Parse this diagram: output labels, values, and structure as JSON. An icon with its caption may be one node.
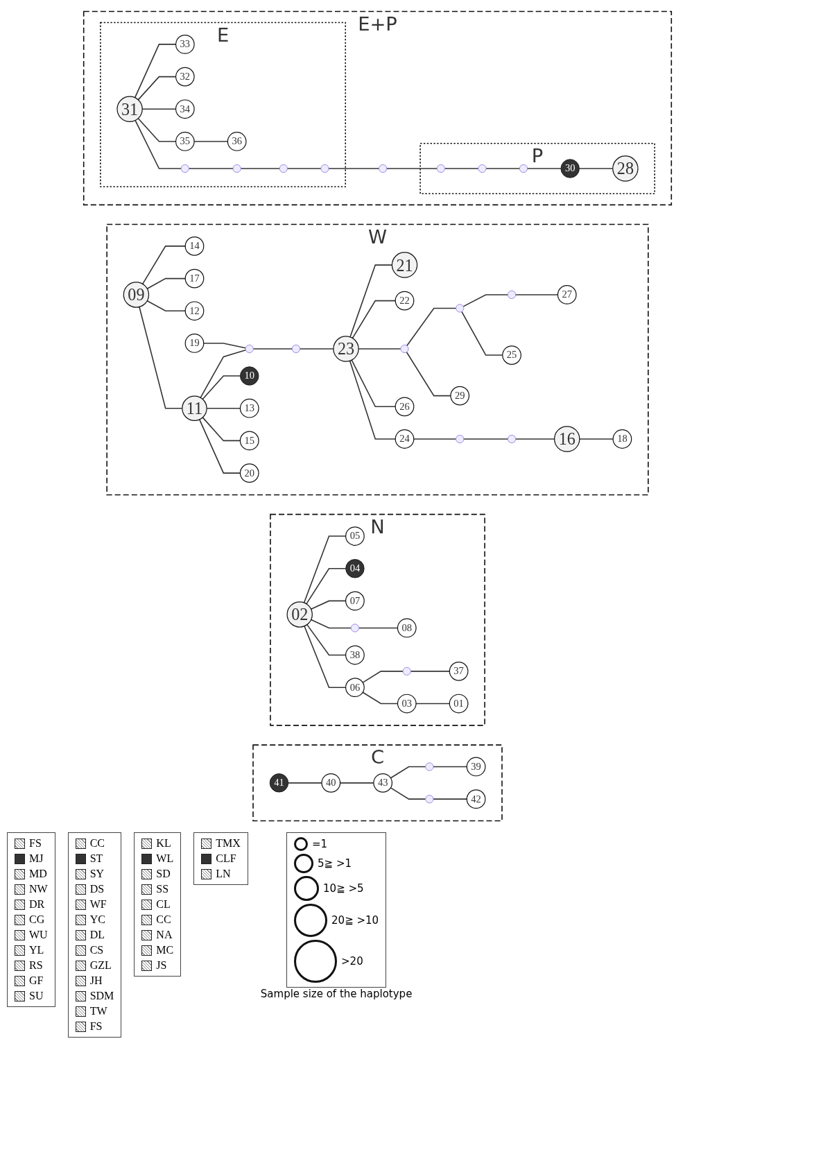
{
  "diagram": {
    "nodes": [
      {
        "text": [
          "E+P"
        ]
      },
      {
        "text": [
          "E"
        ],
        "in": 0
      },
      {
        "text": [
          "P"
        ],
        "in": 0
      },
      {
        "text": [
          "33"
        ],
        "in": 1
      },
      {
        "text": [
          "32"
        ],
        "in": 1
      },
      {
        "text": [
          "31"
        ],
        "in": 1
      },
      {
        "text": [],
        "shape": "circle",
        "in": 1
      },
      {
        "text": [],
        "shape": "circle",
        "in": 1
      },
      {
        "text": [],
        "shape": "circle",
        "in": 1
      },
      {
        "text": [],
        "shape": "circle",
        "in": 1
      },
      {
        "text": [],
        "shape": "circle",
        "in": 0
      },
      {
        "text": [],
        "shape": "circle",
        "in": 2
      },
      {
        "text": [],
        "shape": "circle",
        "in": 2
      },
      {
        "text": [],
        "shape": "circle",
        "in": 2
      },
      {
        "text": [
          "30"
        ],
        "in": 2
      },
      {
        "text": [
          "28"
        ],
        "in": 2
      },
      {
        "text": [
          "34"
        ],
        "in": 1
      },
      {
        "text": [
          "35"
        ],
        "in": 1
      },
      {
        "text": [
          "36"
        ],
        "in": 1
      },
      {
        "text": [
          "W"
        ]
      },
      {
        "text": [
          "14"
        ],
        "in": 19
      },
      {
        "text": [
          "17"
        ],
        "in": 19
      },
      {
        "text": [
          "12"
        ],
        "in": 19
      },
      {
        "text": [
          "09"
        ],
        "in": 19
      },
      {
        "text": [
          "19"
        ],
        "in": 19
      },
      {
        "text": [
          "21"
        ],
        "in": 19
      },
      {
        "text": [
          "22"
        ],
        "in": 19
      },
      {
        "text": [
          "29"
        ],
        "in": 19
      },
      {
        "text": [
          "25"
        ],
        "in": 19
      },
      {
        "text": [
          "10"
        ],
        "in": 19
      },
      {
        "text": [
          "11"
        ],
        "in": 19
      },
      {
        "text": [],
        "shape": "circle",
        "in": 19
      },
      {
        "text": [],
        "shape": "circle",
        "in": 19
      },
      {
        "text": [
          "23"
        ],
        "in": 19
      },
      {
        "text": [],
        "shape": "circle",
        "in": 19
      },
      {
        "text": [],
        "shape": "circle",
        "in": 19
      },
      {
        "text": [],
        "shape": "circle",
        "in": 19
      },
      {
        "text": [
          "27"
        ],
        "in": 19
      },
      {
        "text": [
          "13"
        ],
        "in": 19
      },
      {
        "text": [
          "15"
        ],
        "in": 19
      },
      {
        "text": [
          "20"
        ],
        "in": 19
      },
      {
        "text": [
          "26"
        ],
        "in": 19
      },
      {
        "text": [
          "24"
        ],
        "in": 19
      },
      {
        "text": [],
        "shape": "circle",
        "in": 19
      },
      {
        "text": [],
        "shape": "circle",
        "in": 19
      },
      {
        "text": [
          "16"
        ],
        "in": 19
      },
      {
        "text": [
          "18"
        ],
        "in": 19
      },
      {
        "text": [
          "N"
        ]
      },
      {
        "text": [
          "05"
        ],
        "in": 47
      },
      {
        "text": [
          "04"
        ],
        "in": 47
      },
      {
        "text": [
          "07"
        ],
        "in": 47
      },
      {
        "text": [
          "02"
        ],
        "in": 47
      },
      {
        "text": [],
        "shape": "circle",
        "in": 47
      },
      {
        "text": [
          "08"
        ],
        "in": 47
      },
      {
        "text": [
          "38"
        ],
        "in": 47
      },
      {
        "text": [
          "37"
        ],
        "in": 47
      },
      {
        "text": [],
        "shape": "circle",
        "in": 47
      },
      {
        "text": [
          "06"
        ],
        "in": 47
      },
      {
        "text": [
          "03"
        ],
        "in": 47
      },
      {
        "text": [
          "01"
        ],
        "in": 47
      },
      {
        "text": [
          "C"
        ]
      },
      {
        "text": [
          "41"
        ],
        "in": 60
      },
      {
        "text": [
          "40"
        ],
        "in": 60
      },
      {
        "text": [
          "39"
        ],
        "in": 60
      },
      {
        "text": [],
        "shape": "circle",
        "in": 60
      },
      {
        "text": [
          "43"
        ],
        "in": 60
      },
      {
        "text": [],
        "shape": "circle",
        "in": 60
      },
      {
        "text": [
          "42"
        ],
        "in": 60
      }
    ],
    "edges": [
      {
        "from": 5,
        "to": 3,
        "arrow": "none"
      },
      {
        "from": 5,
        "to": 4,
        "arrow": "none"
      },
      {
        "from": 5,
        "to": 16,
        "arrow": "none"
      },
      {
        "from": 5,
        "to": 17,
        "arrow": "none"
      },
      {
        "from": 17,
        "to": 18,
        "arrow": "none"
      },
      {
        "from": 5,
        "to": 6,
        "arrow": "none"
      },
      {
        "from": 6,
        "to": 7,
        "arrow": "none"
      },
      {
        "from": 7,
        "to": 8,
        "arrow": "none"
      },
      {
        "from": 8,
        "to": 9,
        "arrow": "none"
      },
      {
        "from": 9,
        "to": 10,
        "arrow": "none"
      },
      {
        "from": 10,
        "to": 11,
        "arrow": "none"
      },
      {
        "from": 11,
        "to": 12,
        "arrow": "none"
      },
      {
        "from": 12,
        "to": 13,
        "arrow": "none"
      },
      {
        "from": 13,
        "to": 14,
        "arrow": "none"
      },
      {
        "from": 14,
        "to": 15,
        "arrow": "none"
      },
      {
        "from": 23,
        "to": 20,
        "arrow": "none"
      },
      {
        "from": 23,
        "to": 21,
        "arrow": "none"
      },
      {
        "from": 23,
        "to": 22,
        "arrow": "none"
      },
      {
        "from": 23,
        "to": 30,
        "arrow": "none"
      },
      {
        "from": 24,
        "to": 31,
        "arrow": "none"
      },
      {
        "from": 30,
        "to": 29,
        "arrow": "none"
      },
      {
        "from": 30,
        "to": 38,
        "arrow": "none"
      },
      {
        "from": 30,
        "to": 39,
        "arrow": "none"
      },
      {
        "from": 30,
        "to": 40,
        "arrow": "none"
      },
      {
        "from": 30,
        "to": 31,
        "arrow": "none"
      },
      {
        "from": 31,
        "to": 32,
        "arrow": "none"
      },
      {
        "from": 32,
        "to": 33,
        "arrow": "none"
      },
      {
        "from": 33,
        "to": 25,
        "arrow": "none"
      },
      {
        "from": 33,
        "to": 26,
        "arrow": "none"
      },
      {
        "from": 33,
        "to": 34,
        "arrow": "none"
      },
      {
        "from": 34,
        "to": 35,
        "arrow": "none"
      },
      {
        "from": 35,
        "to": 36,
        "arrow": "none"
      },
      {
        "from": 36,
        "to": 37,
        "arrow": "none"
      },
      {
        "from": 34,
        "to": 27,
        "arrow": "none"
      },
      {
        "from": 35,
        "to": 28,
        "arrow": "none"
      },
      {
        "from": 33,
        "to": 41,
        "arrow": "none"
      },
      {
        "from": 33,
        "to": 42,
        "arrow": "none"
      },
      {
        "from": 42,
        "to": 43,
        "arrow": "none"
      },
      {
        "from": 43,
        "to": 44,
        "arrow": "none"
      },
      {
        "from": 44,
        "to": 45,
        "arrow": "none"
      },
      {
        "from": 45,
        "to": 46,
        "arrow": "none"
      },
      {
        "from": 51,
        "to": 49,
        "arrow": "none"
      },
      {
        "from": 51,
        "to": 48,
        "arrow": "none"
      },
      {
        "from": 51,
        "to": 50,
        "arrow": "none"
      },
      {
        "from": 51,
        "to": 52,
        "arrow": "none"
      },
      {
        "from": 52,
        "to": 53,
        "arrow": "none"
      },
      {
        "from": 51,
        "to": 54,
        "arrow": "none"
      },
      {
        "from": 51,
        "to": 57,
        "arrow": "none"
      },
      {
        "from": 57,
        "to": 56,
        "arrow": "none"
      },
      {
        "from": 56,
        "to": 55,
        "arrow": "none"
      },
      {
        "from": 57,
        "to": 58,
        "arrow": "none"
      },
      {
        "from": 58,
        "to": 59,
        "arrow": "none"
      },
      {
        "from": 61,
        "to": 62,
        "arrow": "none"
      },
      {
        "from": 62,
        "to": 65,
        "arrow": "none"
      },
      {
        "from": 65,
        "to": 64,
        "arrow": "none"
      },
      {
        "from": 64,
        "to": 63,
        "arrow": "none"
      },
      {
        "from": 65,
        "to": 66,
        "arrow": "none"
      },
      {
        "from": 66,
        "to": 67,
        "arrow": "none"
      }
    ],
    "labels": [
      "Sample size of the haplotype"
    ],
    "legend": [
      {
        "text": "FS"
      },
      {
        "text": "MJ",
        "color": "#333333"
      },
      {
        "text": "MD"
      },
      {
        "text": "NW"
      },
      {
        "text": "DR"
      },
      {
        "text": "CG"
      },
      {
        "text": "WU"
      },
      {
        "text": "YL"
      },
      {
        "text": "RS"
      },
      {
        "text": "GF"
      },
      {
        "text": "SU"
      },
      {
        "text": "CC"
      },
      {
        "text": "ST",
        "color": "#333333"
      },
      {
        "text": "SY"
      },
      {
        "text": "DS"
      },
      {
        "text": "WF"
      },
      {
        "text": "YC"
      },
      {
        "text": "DL"
      },
      {
        "text": "CS"
      },
      {
        "text": "GZL"
      },
      {
        "text": "JH"
      },
      {
        "text": "SDM"
      },
      {
        "text": "TW"
      },
      {
        "text": "FS"
      },
      {
        "text": "KL"
      },
      {
        "text": "WL",
        "color": "#333333"
      },
      {
        "text": "SD"
      },
      {
        "text": "SS"
      },
      {
        "text": "CL"
      },
      {
        "text": "CC"
      },
      {
        "text": "NA"
      },
      {
        "text": "MC"
      },
      {
        "text": "JS"
      },
      {
        "text": "TMX"
      },
      {
        "text": "CLF",
        "color": "#333333"
      },
      {
        "text": "LN"
      },
      {
        "text": "=1"
      },
      {
        "text": "5≧ >1"
      },
      {
        "text": "10≧ >5"
      },
      {
        "text": "20≧ >10"
      },
      {
        "text": ">20"
      }
    ]
  }
}
